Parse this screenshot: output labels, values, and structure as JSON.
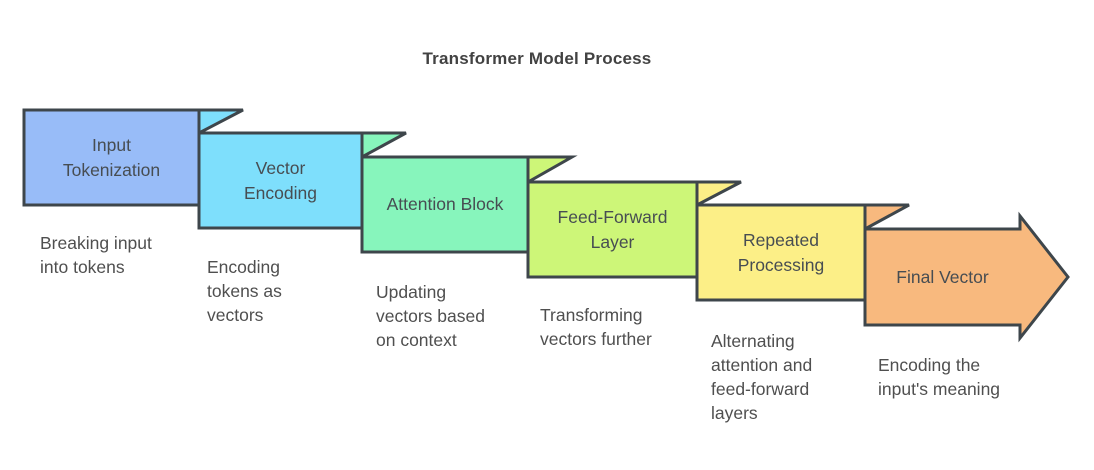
{
  "title": "Transformer Model Process",
  "colors": {
    "background": "#FFFFFF",
    "outline": "#3E464B",
    "title_text": "#424242",
    "label_text": "#474D52",
    "description_text": "#4F4F4F"
  },
  "steps": [
    {
      "label": "Input\nTokenization",
      "description": "Breaking input\ninto tokens",
      "fill": "#98BCF8",
      "shape": "folded-box"
    },
    {
      "label": "Vector\nEncoding",
      "description": "Encoding\ntokens as\nvectors",
      "fill": "#7EDFFC",
      "shape": "folded-box"
    },
    {
      "label": "Attention Block",
      "description": "Updating\nvectors based\non context",
      "fill": "#87F5BC",
      "shape": "folded-box"
    },
    {
      "label": "Feed-Forward\nLayer",
      "description": "Transforming\nvectors further",
      "fill": "#CDF678",
      "shape": "folded-box"
    },
    {
      "label": "Repeated\nProcessing",
      "description": "Alternating\nattention and\nfeed-forward\nlayers",
      "fill": "#FCEF87",
      "shape": "folded-box"
    },
    {
      "label": "Final Vector",
      "description": "Encoding the\ninput's meaning",
      "fill": "#F8B97E",
      "shape": "arrow"
    }
  ]
}
